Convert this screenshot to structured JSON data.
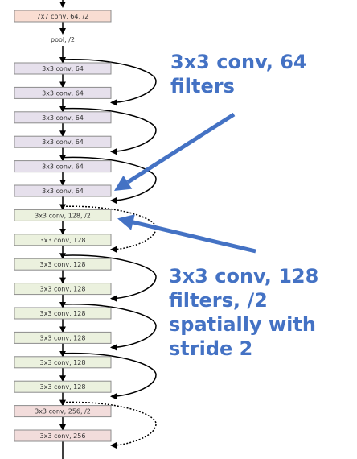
{
  "layers": [
    {
      "label": "7x7 conv, 64, /2",
      "color": "#F9DDD2"
    },
    {
      "label": "pool, /2",
      "color": ""
    },
    {
      "label": "3x3 conv, 64",
      "color": "#E6E0EC"
    },
    {
      "label": "3x3 conv, 64",
      "color": "#E6E0EC"
    },
    {
      "label": "3x3 conv, 64",
      "color": "#E6E0EC"
    },
    {
      "label": "3x3 conv, 64",
      "color": "#E6E0EC"
    },
    {
      "label": "3x3 conv, 64",
      "color": "#E6E0EC"
    },
    {
      "label": "3x3 conv, 64",
      "color": "#E6E0EC"
    },
    {
      "label": "3x3 conv, 128, /2",
      "color": "#EBF1DE"
    },
    {
      "label": "3x3 conv, 128",
      "color": "#EBF1DE"
    },
    {
      "label": "3x3 conv, 128",
      "color": "#EBF1DE"
    },
    {
      "label": "3x3 conv, 128",
      "color": "#EBF1DE"
    },
    {
      "label": "3x3 conv, 128",
      "color": "#EBF1DE"
    },
    {
      "label": "3x3 conv, 128",
      "color": "#EBF1DE"
    },
    {
      "label": "3x3 conv, 128",
      "color": "#EBF1DE"
    },
    {
      "label": "3x3 conv, 128",
      "color": "#EBF1DE"
    },
    {
      "label": "3x3 conv, 256, /2",
      "color": "#F2DCDB"
    },
    {
      "label": "3x3 conv, 256",
      "color": "#F2DCDB"
    }
  ],
  "skips": [
    {
      "from": 2,
      "to": 3,
      "style": "solid"
    },
    {
      "from": 4,
      "to": 5,
      "style": "solid"
    },
    {
      "from": 6,
      "to": 7,
      "style": "solid"
    },
    {
      "from": 8,
      "to": 9,
      "style": "dashed"
    },
    {
      "from": 10,
      "to": 11,
      "style": "solid"
    },
    {
      "from": 12,
      "to": 13,
      "style": "solid"
    },
    {
      "from": 14,
      "to": 15,
      "style": "solid"
    },
    {
      "from": 16,
      "to": 17,
      "style": "dashed"
    }
  ],
  "annotations": [
    {
      "lines": [
        "3x3 conv, 64",
        "filters"
      ],
      "target": 7
    },
    {
      "lines": [
        "3x3 conv, 128",
        "filters, /2",
        "spatially with",
        "stride 2"
      ],
      "target": 8
    }
  ],
  "colors": {
    "annotation": "#4472C4",
    "line": "#000000",
    "box_border": "#8C8C8C"
  }
}
